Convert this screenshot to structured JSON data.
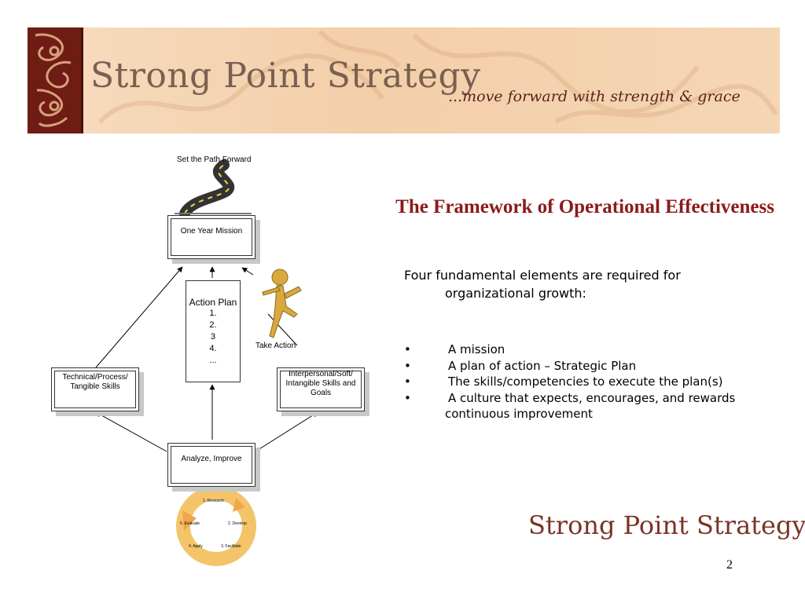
{
  "banner": {
    "brand_name": "Strong Point Strategy",
    "tagline": "...move forward with strength & grace",
    "colors": {
      "ornament": "#6f1d14",
      "background": "#f3cfa9",
      "brand_text": "#7a6050"
    }
  },
  "slide": {
    "title": "The Framework of Operational Effectiveness",
    "title_color": "#8b1a1a",
    "intro_line1": "Four fundamental elements are required for",
    "intro_line2": "organizational growth:",
    "bullets": [
      {
        "marker": "•",
        "text": "A mission"
      },
      {
        "marker": "•",
        "text": "A plan of action – Strategic Plan"
      },
      {
        "marker": "•",
        "text": "The skills/competencies to execute the plan(s)"
      },
      {
        "marker": "•",
        "text": "A culture that expects, encourages, and rewards continuous improvement"
      }
    ]
  },
  "diagram": {
    "top_label": "Set the Path Forward",
    "mission_box": "One Year Mission",
    "action_plan": {
      "title": "Action Plan",
      "steps": [
        "1.",
        "2.",
        "3",
        "4.",
        "..."
      ]
    },
    "take_action_label": "Take Action",
    "left_box_line1": "Technical/Process/",
    "left_box_line2": "Tangible Skills",
    "right_box_line1": "Interpersonal/Soft/",
    "right_box_line2": "Intangible Skills and",
    "right_box_line3": "Goals",
    "bottom_box": "Analyze, Improve",
    "cycle_steps": [
      "1. Research",
      "2. Develop",
      "3. Facilitate",
      "4. Apply",
      "5. Evaluate"
    ],
    "icons": {
      "road": "winding-road-icon",
      "figure": "running-figure-icon",
      "cycle": "cycle-arrows-icon"
    }
  },
  "footer": {
    "brand_name": "Strong Point Strategy",
    "page_number": "2"
  }
}
